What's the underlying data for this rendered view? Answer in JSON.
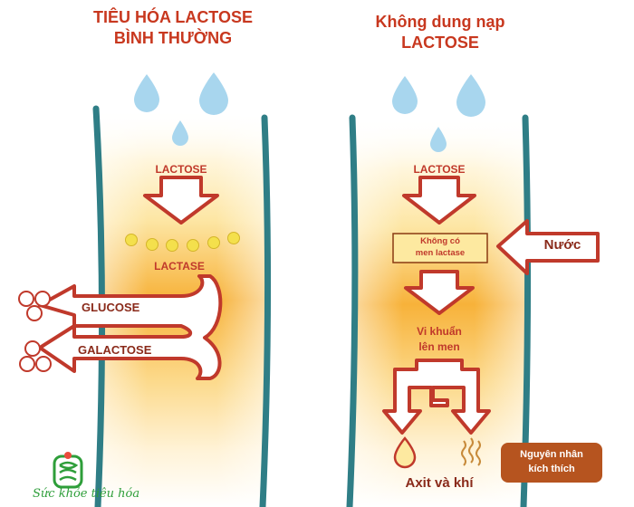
{
  "left_panel": {
    "title_line1": "TIÊU HÓA LACTOSE",
    "title_line2": "BÌNH THƯỜNG",
    "lactose": "LACTOSE",
    "lactase": "LACTASE",
    "glucose": "GLUCOSE",
    "galactose": "GALACTOSE"
  },
  "right_panel": {
    "title_line1": "Không dung nạp",
    "title_line2": "LACTOSE",
    "lactose": "LACTOSE",
    "no_enzyme_line1": "Không có",
    "no_enzyme_line2": "men lactase",
    "water": "Nước",
    "bacteria_line1": "Vi khuẩn",
    "bacteria_line2": "lên men",
    "result": "Axit và khí",
    "cause_line1": "Nguyên nhân",
    "cause_line2": "kích thích"
  },
  "logo": {
    "text": "Sức khỏe tiêu hóa"
  },
  "colors": {
    "title": "#c8381f",
    "arrow_outline": "#c0392b",
    "tube_wall": "#2f7e86",
    "water_drop": "#a8d6ee",
    "enzyme_dot": "#f4e04c",
    "cause_box": "#b6541f",
    "brand_green": "#2e9e3a"
  }
}
